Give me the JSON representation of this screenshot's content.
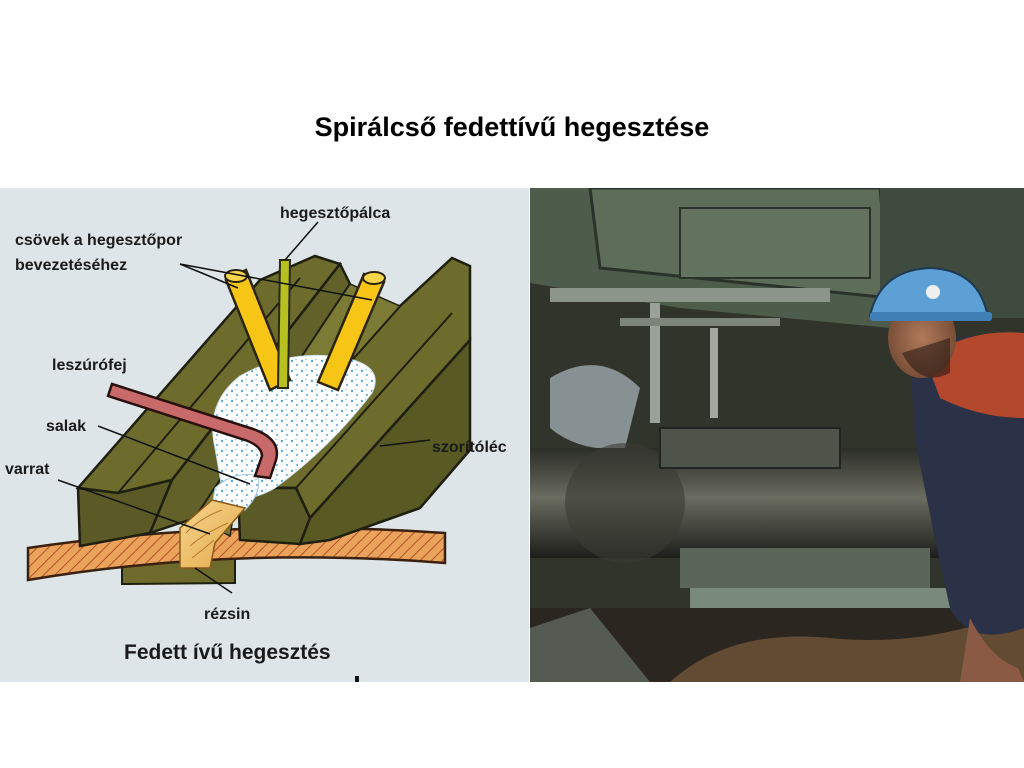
{
  "slide": {
    "title": "Spirálcső fedettívű hegesztése"
  },
  "diagram": {
    "labels": {
      "welding_wire": "hegesztőpálca",
      "flux_tubes_line1": "csövek a hegesztőpor",
      "flux_tubes_line2": "bevezetéséhez",
      "slag_remover": "leszúrófej",
      "slag": "salak",
      "seam": "varrat",
      "clamp_bar": "szorítóléc",
      "copper_backing": "rézsin"
    },
    "caption": "Fedett ívű hegesztés",
    "colors": {
      "panel_bg": "#dde5e8",
      "clamp_green": "#6b6b2c",
      "tube_yellow": "#f6c516",
      "wire_green": "#b7c021",
      "remover_pink": "#c86a6a",
      "plate_orange": "#e59a52",
      "flux_blue": "#8fc5e6"
    }
  },
  "photo": {
    "icons": [
      "worker-helmet-icon",
      "machinery-icon"
    ]
  }
}
